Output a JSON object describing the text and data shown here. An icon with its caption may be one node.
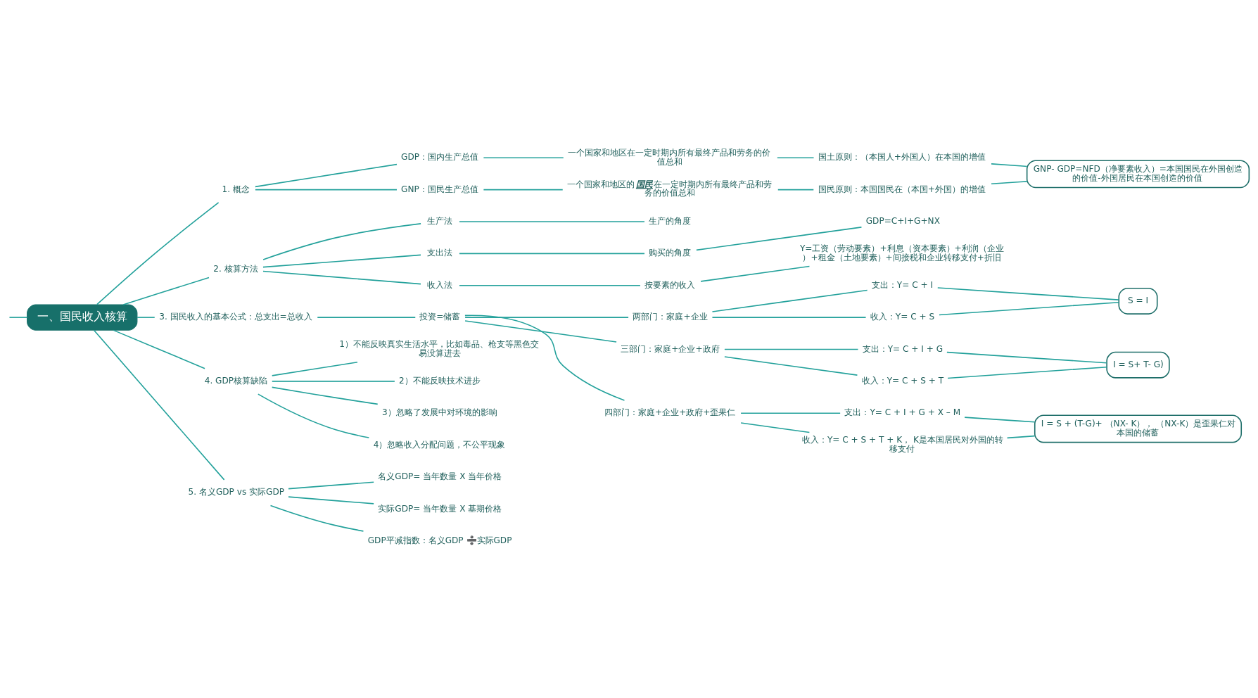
{
  "diagram": {
    "nodes": [
      {
        "text": [
          "一、国民收入核算"
        ]
      },
      {
        "text": [
          "1. 概念"
        ]
      },
      {
        "text": [
          "GDP：国内生产总值"
        ]
      },
      {
        "text": [
          "一个国家和地区在一定时期内所有最终产品和劳务的价值总和"
        ]
      },
      {
        "text": [
          "国土原则：（本国人+外国人）在本国的增值"
        ]
      },
      {
        "text": [
          "GNP：国民生产总值"
        ]
      },
      {
        "text": [
          "一个国家和地区的**国民**在一定时期内所有最终产品和劳务的价值总和"
        ]
      },
      {
        "text": [
          "国民原则：本国国民在（本国+外国）的增值"
        ]
      },
      {
        "text": [
          "GNP- GDP=NFD（净要素收入）=本国国民在外国创造的价值-外国居民在本国创造的价值"
        ]
      },
      {
        "text": [
          "2. 核算方法"
        ]
      },
      {
        "text": [
          "生产法"
        ]
      },
      {
        "text": [
          "生产的角度"
        ]
      },
      {
        "text": [
          "支出法"
        ]
      },
      {
        "text": [
          "购买的角度"
        ]
      },
      {
        "text": [
          "GDP=C+I+G+NX"
        ]
      },
      {
        "text": [
          "收入法"
        ]
      },
      {
        "text": [
          "按要素的收入"
        ]
      },
      {
        "text": [
          "Y=工资（劳动要素）+利息（资本要素）+利润（企业）+租金（土地要素）+间接税和企业转移支付+折旧"
        ]
      },
      {
        "text": [
          "3. 国民收入的基本公式：总支出=总收入"
        ]
      },
      {
        "text": [
          "投资=储蓄"
        ]
      },
      {
        "text": [
          "两部门：家庭+企业"
        ]
      },
      {
        "text": [
          "支出：Y= C + I"
        ]
      },
      {
        "text": [
          "收入：Y= C + S"
        ]
      },
      {
        "text": [
          "S = I"
        ]
      },
      {
        "text": [
          "三部门：家庭+企业+政府"
        ]
      },
      {
        "text": [
          "支出：Y= C + I + G"
        ]
      },
      {
        "text": [
          "收入：Y= C + S + T"
        ]
      },
      {
        "text": [
          "I = S+ T- G)"
        ]
      },
      {
        "text": [
          "四部门：家庭+企业+政府+歪果仁"
        ]
      },
      {
        "text": [
          "支出：Y= C + I + G + X – M"
        ]
      },
      {
        "text": [
          "收入：Y= C + S + T + K， K是本国居民对外国的转移支付"
        ]
      },
      {
        "text": [
          "I = S + (T-G)+ （NX- K）， （NX-K）是歪果仁对本国的储蓄"
        ]
      },
      {
        "text": [
          "4. GDP核算缺陷"
        ]
      },
      {
        "text": [
          "1）不能反映真实生活水平，比如毒品、枪支等黑色交易没算进去"
        ]
      },
      {
        "text": [
          "2）不能反映技术进步"
        ]
      },
      {
        "text": [
          "3）忽略了发展中对环境的影响"
        ]
      },
      {
        "text": [
          "4）忽略收入分配问题，不公平现象"
        ]
      },
      {
        "text": [
          "5. 名义GDP vs 实际GDP"
        ]
      },
      {
        "text": [
          "名义GDP= 当年数量 X 当年价格"
        ]
      },
      {
        "text": [
          "实际GDP= 当年数量 X 基期价格"
        ]
      },
      {
        "text": [
          "GDP平减指数：名义GDP ➗实际GDP"
        ]
      }
    ],
    "edges": [
      {
        "from": null,
        "to": 0,
        "arrow": "none"
      },
      {
        "from": 0,
        "to": 1,
        "arrow": "none"
      },
      {
        "from": 1,
        "to": 2,
        "arrow": "none"
      },
      {
        "from": 2,
        "to": 3,
        "arrow": "none"
      },
      {
        "from": 3,
        "to": 4,
        "arrow": "none"
      },
      {
        "from": 1,
        "to": 5,
        "arrow": "none"
      },
      {
        "from": 5,
        "to": 6,
        "arrow": "none"
      },
      {
        "from": 6,
        "to": 7,
        "arrow": "none"
      },
      {
        "from": 4,
        "to": 8,
        "arrow": "none"
      },
      {
        "from": 7,
        "to": 8,
        "arrow": "none"
      },
      {
        "from": 0,
        "to": 9,
        "arrow": "none"
      },
      {
        "from": 9,
        "to": 10,
        "arrow": "none"
      },
      {
        "from": 10,
        "to": 11,
        "arrow": "none"
      },
      {
        "from": 9,
        "to": 12,
        "arrow": "none"
      },
      {
        "from": 12,
        "to": 13,
        "arrow": "none"
      },
      {
        "from": 13,
        "to": 14,
        "arrow": "none"
      },
      {
        "from": 9,
        "to": 15,
        "arrow": "none"
      },
      {
        "from": 15,
        "to": 16,
        "arrow": "none"
      },
      {
        "from": 16,
        "to": 17,
        "arrow": "none"
      },
      {
        "from": 0,
        "to": 18,
        "arrow": "none"
      },
      {
        "from": 18,
        "to": 19,
        "arrow": "none"
      },
      {
        "from": 19,
        "to": 20,
        "arrow": "none"
      },
      {
        "from": 20,
        "to": 21,
        "arrow": "none"
      },
      {
        "from": 20,
        "to": 22,
        "arrow": "none"
      },
      {
        "from": 21,
        "to": 23,
        "arrow": "none"
      },
      {
        "from": 22,
        "to": 23,
        "arrow": "none"
      },
      {
        "from": 19,
        "to": 24,
        "arrow": "none"
      },
      {
        "from": 24,
        "to": 25,
        "arrow": "none"
      },
      {
        "from": 24,
        "to": 26,
        "arrow": "none"
      },
      {
        "from": 25,
        "to": 27,
        "arrow": "none"
      },
      {
        "from": 26,
        "to": 27,
        "arrow": "none"
      },
      {
        "from": 19,
        "to": 28,
        "arrow": "none"
      },
      {
        "from": 28,
        "to": 29,
        "arrow": "none"
      },
      {
        "from": 28,
        "to": 30,
        "arrow": "none"
      },
      {
        "from": 29,
        "to": 31,
        "arrow": "none"
      },
      {
        "from": 30,
        "to": 31,
        "arrow": "none"
      },
      {
        "from": 0,
        "to": 32,
        "arrow": "none"
      },
      {
        "from": 32,
        "to": 33,
        "arrow": "none"
      },
      {
        "from": 32,
        "to": 34,
        "arrow": "none"
      },
      {
        "from": 32,
        "to": 35,
        "arrow": "none"
      },
      {
        "from": 32,
        "to": 36,
        "arrow": "none"
      },
      {
        "from": 0,
        "to": 37,
        "arrow": "none"
      },
      {
        "from": 37,
        "to": 38,
        "arrow": "none"
      },
      {
        "from": 37,
        "to": 39,
        "arrow": "none"
      },
      {
        "from": 37,
        "to": 40,
        "arrow": "none"
      }
    ]
  }
}
